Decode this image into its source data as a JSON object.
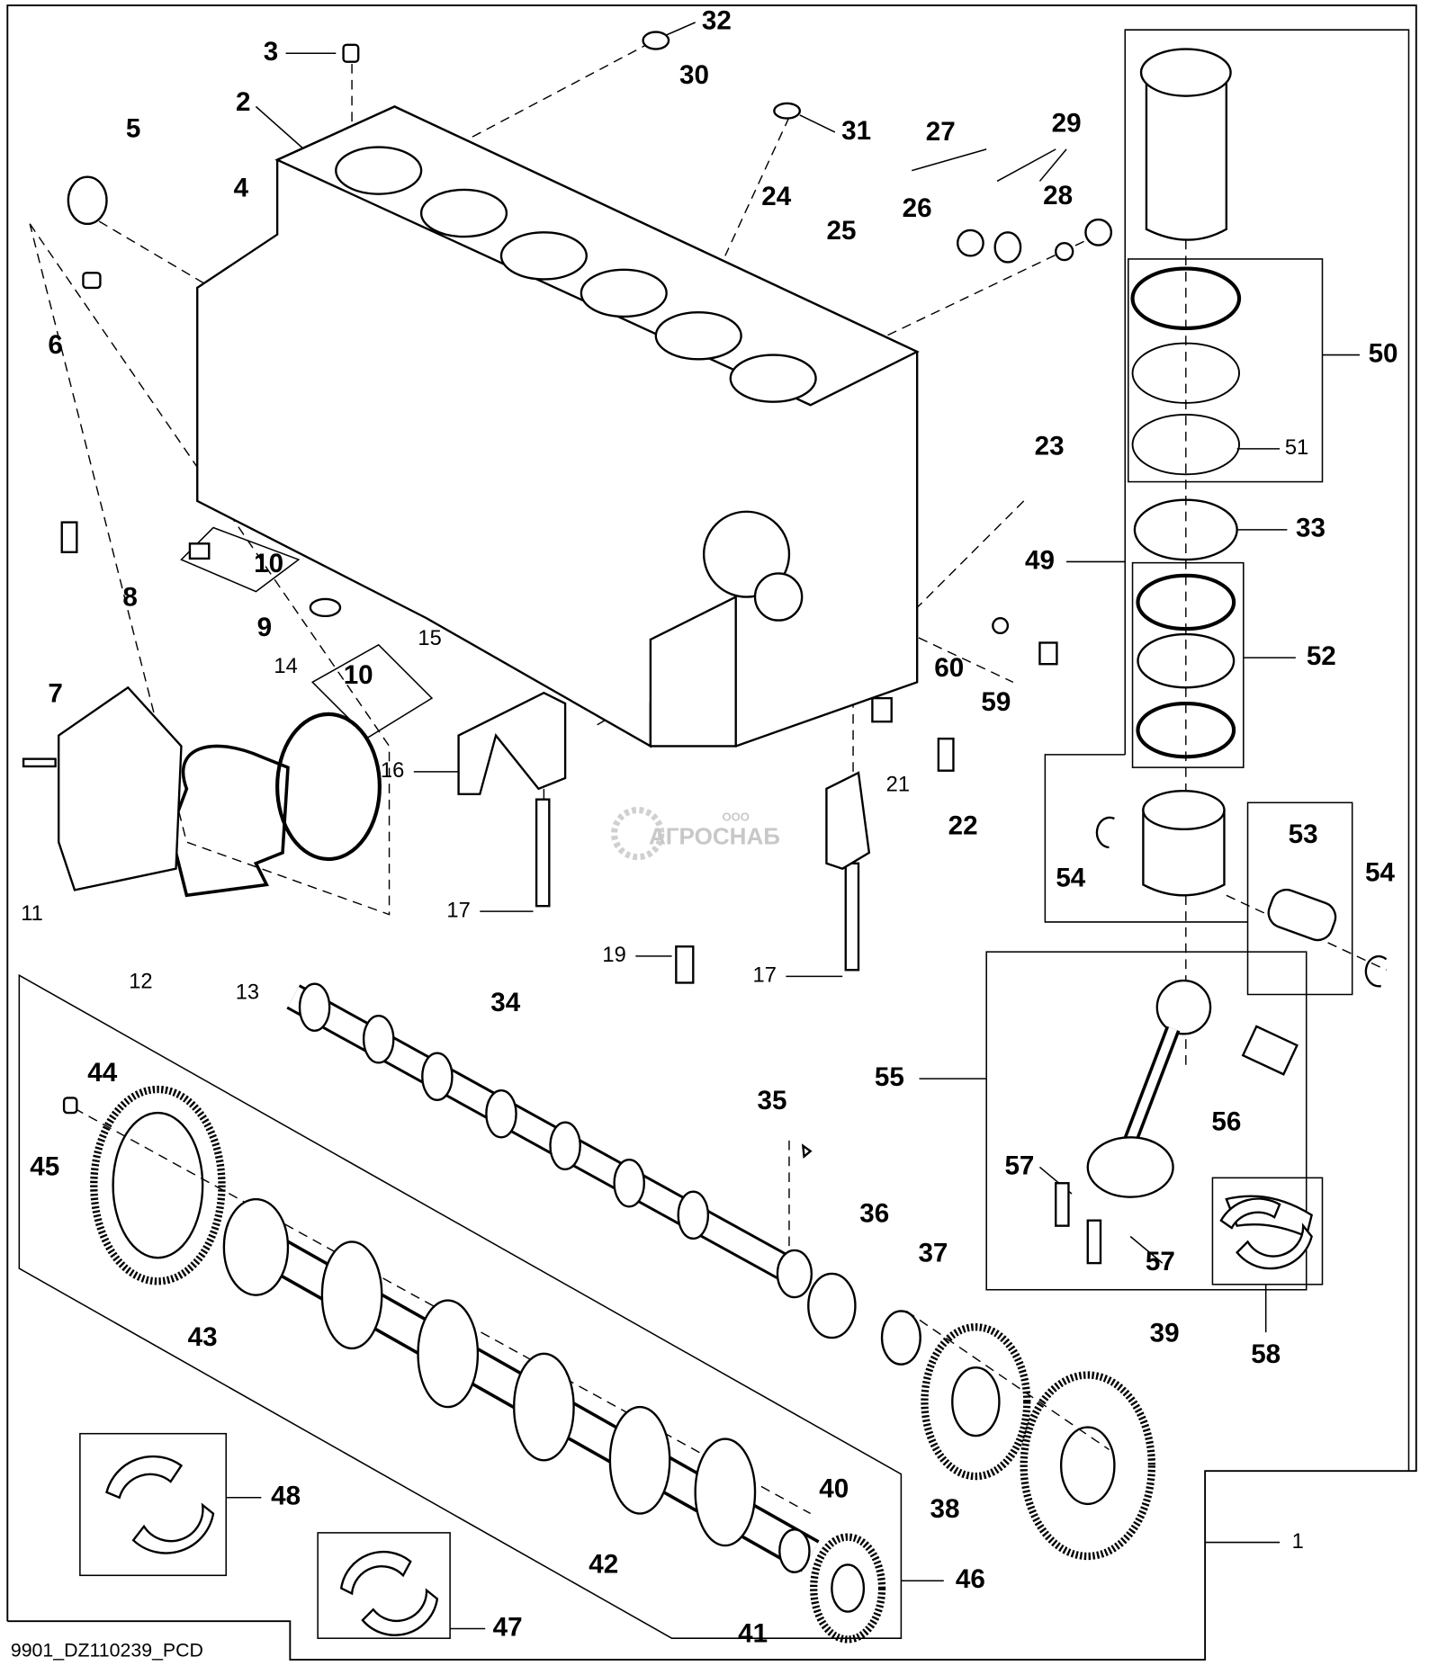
{
  "diagram": {
    "footer_code": "9901_DZ110239_PCD",
    "watermark": {
      "company_prefix": "ООО",
      "company_name": "АГРОСНАБ"
    },
    "callouts": [
      "1",
      "2",
      "3",
      "4",
      "5",
      "6",
      "7",
      "8",
      "9",
      "10",
      "10",
      "11",
      "12",
      "13",
      "14",
      "15",
      "16",
      "17",
      "17",
      "19",
      "21",
      "22",
      "23",
      "24",
      "25",
      "26",
      "27",
      "28",
      "29",
      "30",
      "31",
      "32",
      "33",
      "34",
      "35",
      "36",
      "37",
      "38",
      "39",
      "40",
      "41",
      "42",
      "43",
      "44",
      "45",
      "46",
      "47",
      "48",
      "49",
      "50",
      "51",
      "52",
      "53",
      "54",
      "54",
      "55",
      "56",
      "57",
      "57",
      "58",
      "59",
      "60"
    ]
  }
}
